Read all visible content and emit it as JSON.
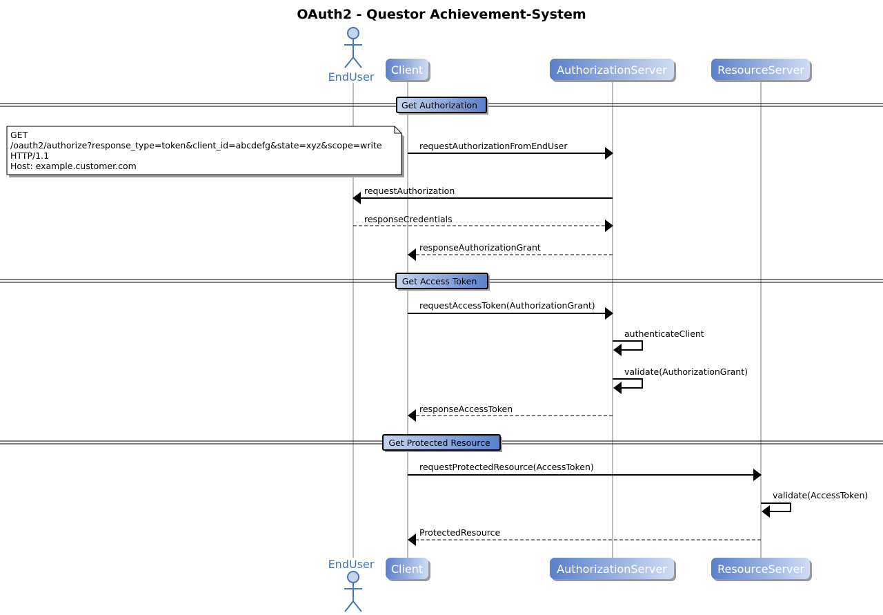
{
  "title": "OAuth2 - Questor Achievement-System",
  "colors": {
    "participant_dark": "#5a7fcb",
    "participant_light": "#c8d6ef",
    "actor_stroke": "#4a72b8",
    "actor_fill": "#c6d4ee",
    "lifeline": "#7a7a7a",
    "note_bg": "#ffffff"
  },
  "participants": [
    {
      "id": "enduser",
      "label": "EndUser",
      "kind": "actor"
    },
    {
      "id": "client",
      "label": "Client",
      "kind": "participant"
    },
    {
      "id": "authserver",
      "label": "AuthorizationServer",
      "kind": "participant"
    },
    {
      "id": "resserver",
      "label": "ResourceServer",
      "kind": "participant"
    }
  ],
  "dividers": [
    {
      "label": "Get Authorization"
    },
    {
      "label": "Get Access Token"
    },
    {
      "label": "Get Protected Resource"
    }
  ],
  "note": {
    "lines": [
      "GET",
      "/oauth2/authorize?response_type=token&client_id=abcdefg&state=xyz&scope=write",
      "HTTP/1.1",
      "Host: example.customer.com"
    ]
  },
  "messages": [
    {
      "from": "client",
      "to": "authserver",
      "label": "requestAuthorizationFromEndUser",
      "style": "solid"
    },
    {
      "from": "authserver",
      "to": "enduser",
      "label": "requestAuthorization",
      "style": "solid"
    },
    {
      "from": "enduser",
      "to": "authserver",
      "label": "responseCredentials",
      "style": "dashed"
    },
    {
      "from": "authserver",
      "to": "client",
      "label": "responseAuthorizationGrant",
      "style": "dashed"
    },
    {
      "from": "client",
      "to": "authserver",
      "label": "requestAccessToken(AuthorizationGrant)",
      "style": "solid"
    },
    {
      "from": "authserver",
      "to": "authserver",
      "label": "authenticateClient",
      "style": "solid"
    },
    {
      "from": "authserver",
      "to": "authserver",
      "label": "validate(AuthorizationGrant)",
      "style": "solid"
    },
    {
      "from": "authserver",
      "to": "client",
      "label": "responseAccessToken",
      "style": "dashed"
    },
    {
      "from": "client",
      "to": "resserver",
      "label": "requestProtectedResource(AccessToken)",
      "style": "solid"
    },
    {
      "from": "resserver",
      "to": "resserver",
      "label": "validate(AccessToken)",
      "style": "solid"
    },
    {
      "from": "resserver",
      "to": "client",
      "label": "ProtectedResource",
      "style": "dashed"
    }
  ]
}
